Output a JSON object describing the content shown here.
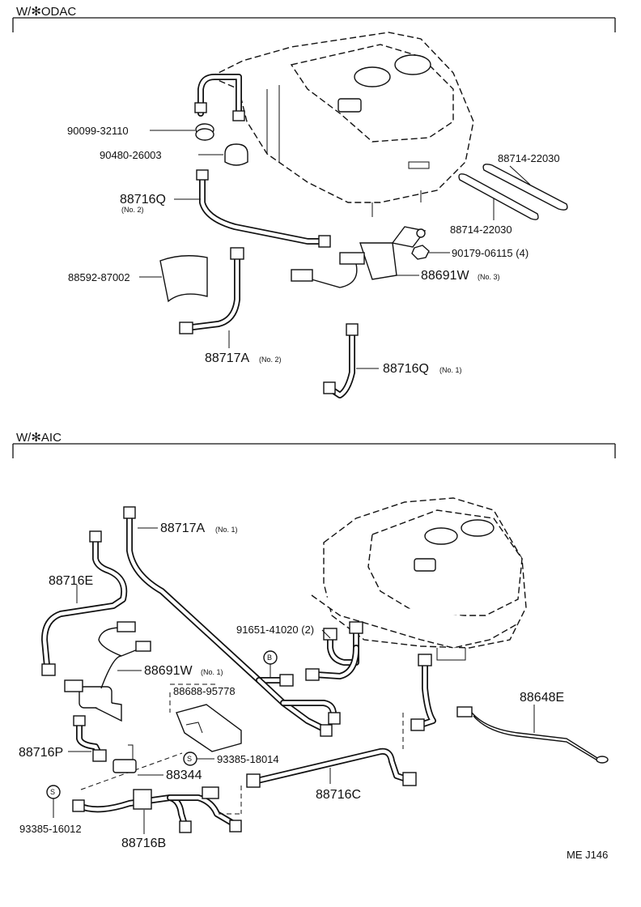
{
  "sections": {
    "odac": {
      "title": "W/✻ODAC"
    },
    "aic": {
      "title": "W/✻AIC"
    }
  },
  "labels": {
    "p90099": "90099-32110",
    "p90480": "90480-26003",
    "p88716q_no2": "88716Q",
    "p88716q_no2_sub": "(No. 2)",
    "p88592": "88592-87002",
    "p88717a_no2": "88717A",
    "p88717a_no2_sub": "(No. 2)",
    "p88716q_no1": "88716Q",
    "p88716q_no1_sub": "(No. 1)",
    "p88714_top": "88714-22030",
    "p88714_bot": "88714-22030",
    "p90179": "90179-06115 (4)",
    "p88691w_no3": "88691W",
    "p88691w_no3_sub": "(No. 3)",
    "p88717a_no1": "88717A",
    "p88717a_no1_sub": "(No. 1)",
    "p88716e": "88716E",
    "p91651": "91651-41020 (2)",
    "p_b": "B",
    "p88691w_no1": "88691W",
    "p88691w_no1_sub": "(No. 1)",
    "p88688": "88688-95778",
    "p88716p": "88716P",
    "p93385_18014": "93385-18014",
    "p_s1": "S",
    "p88344": "88344",
    "p_s2": "S",
    "p88716c": "88716C",
    "p88648e": "88648E",
    "p93385_16012": "93385-16012",
    "p88716b": "88716B"
  },
  "footer": {
    "code": "ME  J146"
  }
}
